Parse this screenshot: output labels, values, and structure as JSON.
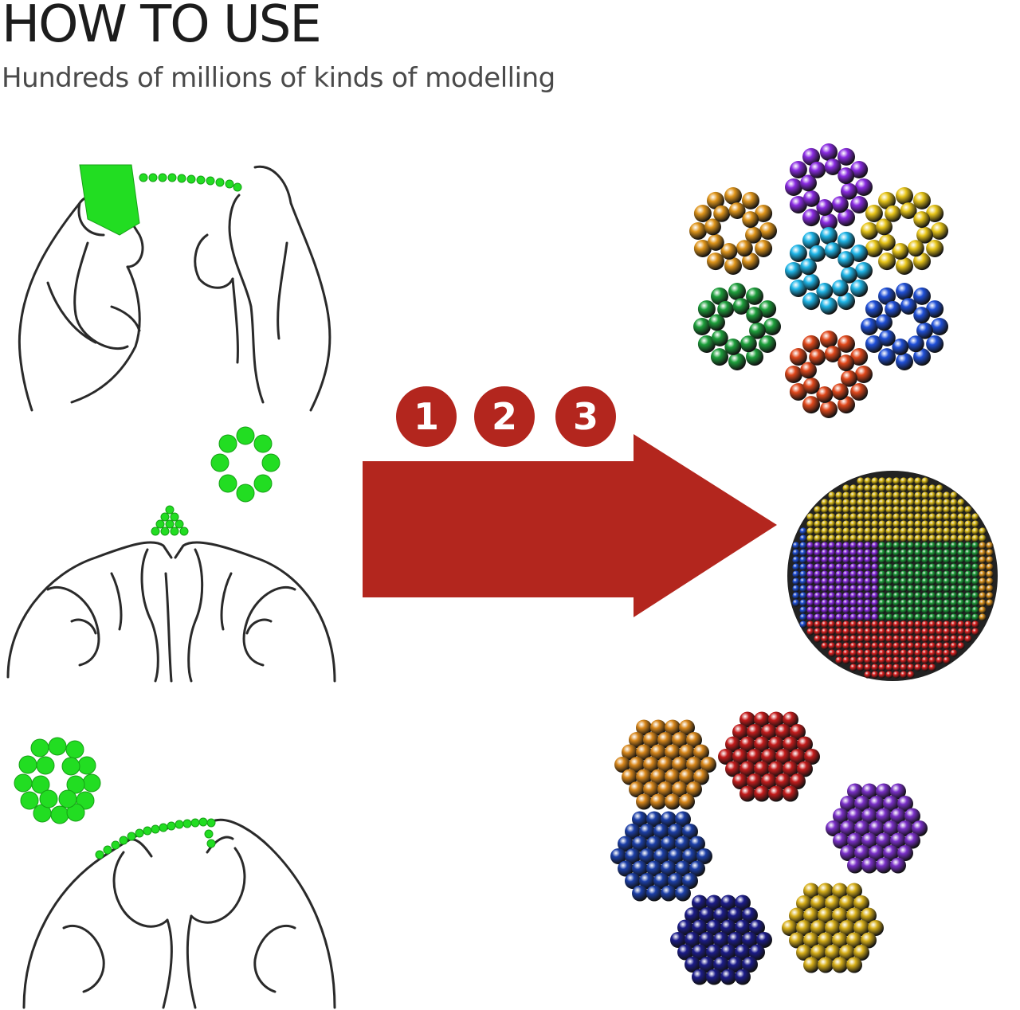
{
  "header": {
    "title": "HOW TO USE",
    "subtitle": "Hundreds of millions of kinds of modelling"
  },
  "steps": {
    "labels": [
      "1",
      "2",
      "3"
    ],
    "badge_color": "#b3261e"
  },
  "arrow": {
    "color": "#b3261e",
    "icon": "right-arrow-icon"
  },
  "bead_color": "#22dd22",
  "illustrations": [
    "hands-pulling-bead-chain-illustration",
    "hands-forming-bead-triangle-illustration",
    "hands-pulling-bead-strand-illustration"
  ],
  "models": {
    "flower_colors": [
      "#8a2be2",
      "#e8c61a",
      "#e0961c",
      "#1fb6e8",
      "#2050d8",
      "#1ea03c",
      "#e0481c"
    ],
    "sphere_colors": [
      "#e0c01a",
      "#8a2be2",
      "#1ea03c",
      "#e02020",
      "#2050d8",
      "#e0961c"
    ],
    "ring_colors": [
      "#d9881c",
      "#c41c1c",
      "#7a30c8",
      "#d8b01a",
      "#1c1c8a",
      "#1c3fa8"
    ]
  }
}
